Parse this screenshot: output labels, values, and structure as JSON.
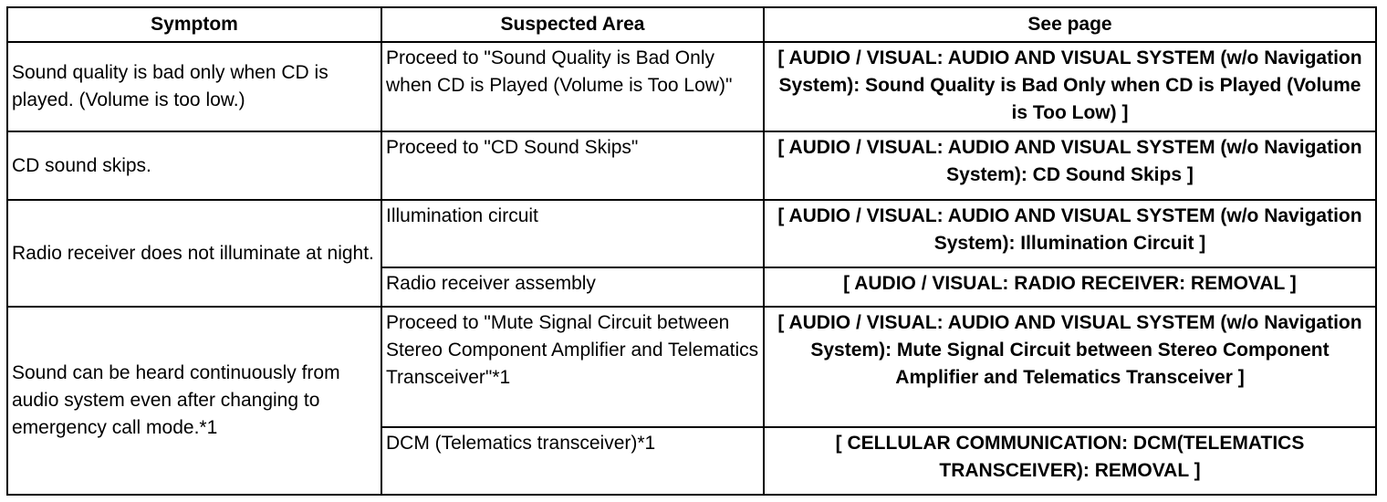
{
  "headers": {
    "symptom": "Symptom",
    "area": "Suspected Area",
    "page": "See page"
  },
  "rows": [
    {
      "symptom": "Sound quality is bad only when CD is played. (Volume is too low.)",
      "areas": [
        {
          "area": "Proceed to \"Sound Quality is Bad Only when CD is Played (Volume is Too Low)\"",
          "page": "[ AUDIO / VISUAL: AUDIO AND VISUAL SYSTEM (w/o Navigation System): Sound Quality is Bad Only when CD is Played (Volume is Too Low) ]"
        }
      ]
    },
    {
      "symptom": "CD sound skips.",
      "areas": [
        {
          "area": "Proceed to \"CD Sound Skips\"",
          "page": "[ AUDIO / VISUAL: AUDIO AND VISUAL SYSTEM (w/o Navigation System): CD Sound Skips ]"
        }
      ]
    },
    {
      "symptom": "Radio receiver does not illuminate at night.",
      "areas": [
        {
          "area": "Illumination circuit",
          "page": "[ AUDIO / VISUAL: AUDIO AND VISUAL SYSTEM (w/o Navigation System): Illumination Circuit ]"
        },
        {
          "area": "Radio receiver assembly",
          "page": "[ AUDIO / VISUAL: RADIO RECEIVER: REMOVAL ]"
        }
      ]
    },
    {
      "symptom": "Sound can be heard continuously from audio system even after changing to emergency call mode.*1",
      "areas": [
        {
          "area": "Proceed to \"Mute Signal Circuit between Stereo Component Amplifier and Telematics Transceiver\"*1",
          "page": "[ AUDIO / VISUAL: AUDIO AND VISUAL SYSTEM (w/o Navigation System): Mute Signal Circuit between Stereo Component Amplifier and Telematics Transceiver ]"
        },
        {
          "area": "DCM (Telematics transceiver)*1",
          "page": "[ CELLULAR COMMUNICATION: DCM(TELEMATICS TRANSCEIVER): REMOVAL ]"
        }
      ]
    }
  ]
}
